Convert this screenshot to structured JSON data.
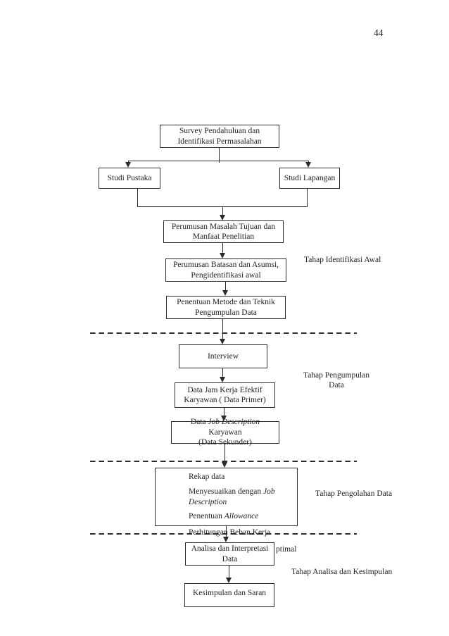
{
  "page": {
    "number": "44"
  },
  "colors": {
    "ink": "#2b2b2b",
    "background": "#ffffff"
  },
  "flowchart": {
    "boxes": {
      "survey": "Survey Pendahuluan dan Identifikasi Permasalahan",
      "studi_pustaka": "Studi Pustaka",
      "studi_lapangan": "Studi Lapangan",
      "perumusan_masalah": "Perumusan Masalah Tujuan dan Manfaat Penelitian",
      "perumusan_batasan": "Perumusan Batasan dan Asumsi, Pengidentifikasi awal",
      "penentuan_metode": "Penentuan Metode dan Teknik Pengumpulan Data",
      "interview": "Interview",
      "data_jam_kerja": "Data Jam Kerja Efektif Karyawan ( Data Primer)",
      "data_job_description": {
        "part1": "Data ",
        "italic": "Job Description",
        "part2": " Karyawan",
        "line2": "(Data Sekunder)"
      },
      "rekap": {
        "line1": "Rekap data",
        "line2_part1": "Menyesuaikan dengan ",
        "line2_italic": "Job Description",
        "line3_part1": "Penentuan ",
        "line3_italic": "Allowance"
      },
      "analisa": "Analisa dan Interpretasi Data",
      "kesimpulan": "Kesimpulan dan Saran"
    },
    "floating_text": {
      "perhitungan_beban_kerja": "Perhitungan Beban Kerja",
      "optimal_fragment": "ptimal"
    },
    "stage_labels": {
      "identifikasi": "Tahap Identifikasi Awal",
      "pengumpulan": "Tahap Pengumpulan Data",
      "pengolahan": "Tahap Pengolahan Data",
      "analisa_kesimpulan": "Tahap Analisa dan Kesimpulan"
    }
  }
}
